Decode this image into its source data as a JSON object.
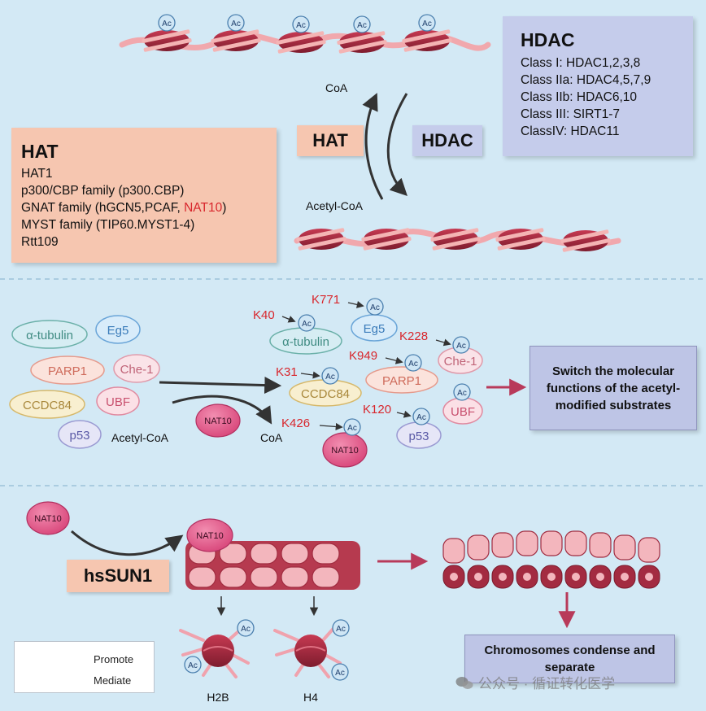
{
  "hat_box": {
    "title": "HAT",
    "line1": "HAT1",
    "line2": "p300/CBP family (p300.CBP)",
    "line3_pre": "GNAT family (hGCN5,PCAF, ",
    "line3_red": "NAT10",
    "line3_post": ")",
    "line4": "MYST family (TIP60.MYST1-4)",
    "line5": "Rtt109"
  },
  "hdac_box": {
    "title": "HDAC",
    "line1": "Class I: HDAC1,2,3,8",
    "line2": "Class IIa: HDAC4,5,7,9",
    "line3": "Class IIb: HDAC6,10",
    "line4": "Class III: SIRT1-7",
    "line5": "ClassIV: HDAC11"
  },
  "tags": {
    "hat": "HAT",
    "hdac": "HDAC",
    "hssun1": "hsSUN1"
  },
  "cycle": {
    "coa": "CoA",
    "acetyl_coa": "Acetyl-CoA"
  },
  "ac": "Ac",
  "substrates": {
    "tubulin": "α-tubulin",
    "eg5": "Eg5",
    "parp1": "PARP1",
    "che1": "Che-1",
    "ccdc84": "CCDC84",
    "ubf": "UBF",
    "p53": "p53",
    "nat10": "NAT10"
  },
  "sites": {
    "k40": "K40",
    "k771": "K771",
    "k228": "K228",
    "k949": "K949",
    "k31": "K31",
    "k426": "K426",
    "k120": "K120"
  },
  "switch_box": "Switch the molecular functions of the acetyl-modified substrates",
  "chromo_box": "Chromosomes condense and separate",
  "histones": {
    "h2b": "H2B",
    "h4": "H4"
  },
  "legend": {
    "promote": "Promote",
    "mediate": "Mediate"
  },
  "watermark": "公众号 · 循证转化医学",
  "colors": {
    "background": "#d3e9f5",
    "hat_box": "#f6c6b0",
    "hdac_box": "#c5cceb",
    "promote_arrow": "#b83a5a",
    "mediate_arrow": "#333333",
    "site_label": "#d8262c",
    "nucleosome": "#a8283e"
  }
}
